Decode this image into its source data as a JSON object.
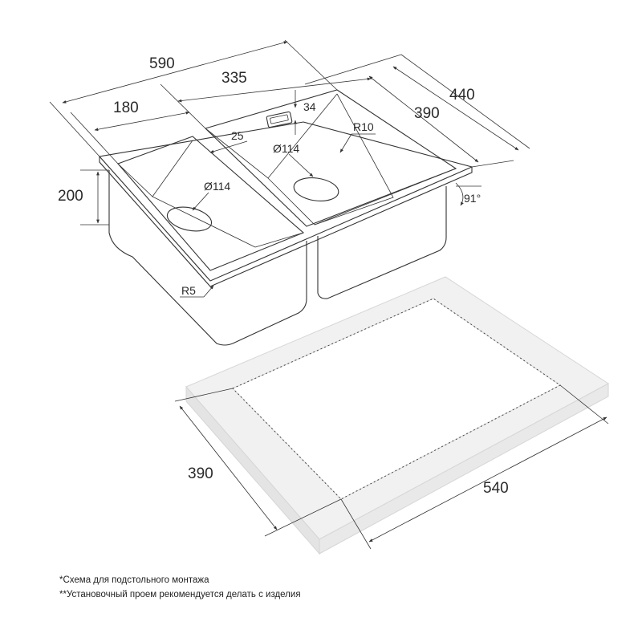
{
  "dimensions": {
    "overall_width": "590",
    "large_bowl_width": "335",
    "small_bowl_width": "180",
    "overall_depth": "440",
    "bowl_depth": "390",
    "bowl_height": "200",
    "overflow_height": "34",
    "offset": "25",
    "drain_large": "Ø114",
    "drain_small": "Ø114",
    "corner_radius_inner": "R10",
    "corner_radius_outer": "R5",
    "angle": "91°",
    "cutout_depth": "390",
    "cutout_width": "540"
  },
  "notes": [
    "*Схема для подстольного монтажа",
    "**Установочный проем рекомендуется делать с изделия"
  ]
}
